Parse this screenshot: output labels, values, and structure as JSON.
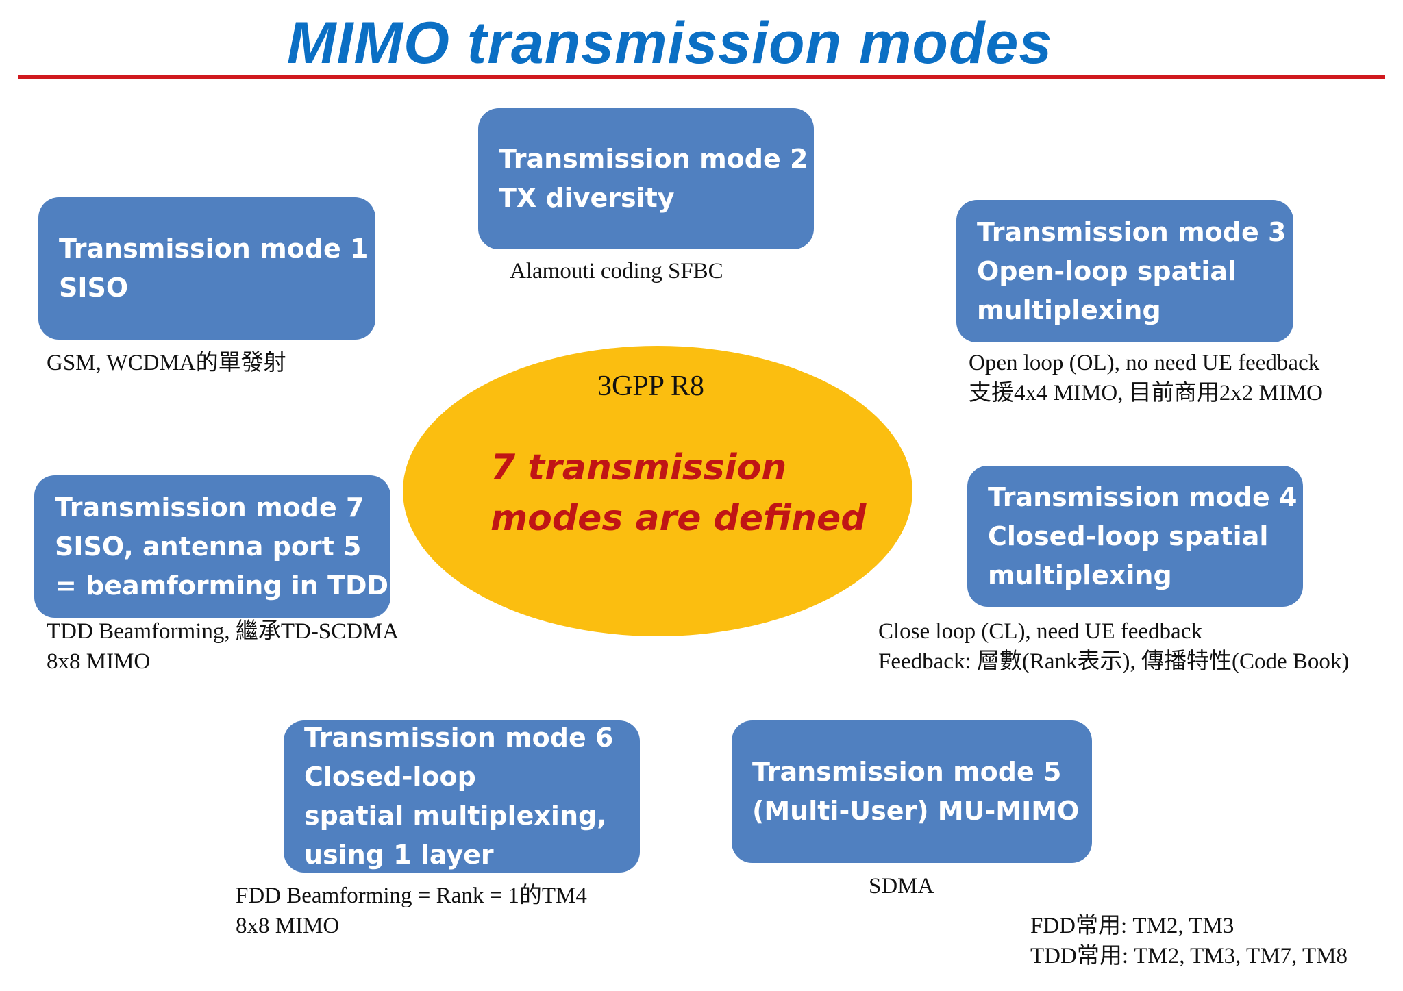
{
  "title": "MIMO transmission modes",
  "colors": {
    "title": "#0b6fc4",
    "rule": "#d0191e",
    "box": "#5080c0",
    "ellipse": "#fbbe10",
    "center_text": "#c01515"
  },
  "center": {
    "label": "3GPP R8",
    "text_line1": "7 transmission",
    "text_line2": "modes are defined"
  },
  "modes": {
    "tm1": {
      "lines": [
        "Transmission mode 1",
        "SISO"
      ],
      "note": [
        "GSM, WCDMA的單發射"
      ]
    },
    "tm2": {
      "lines": [
        "Transmission mode 2",
        "TX diversity"
      ],
      "note": [
        "Alamouti coding SFBC"
      ]
    },
    "tm3": {
      "lines": [
        "Transmission mode 3",
        "Open-loop spatial",
        "multiplexing"
      ],
      "note": [
        "Open loop (OL), no need UE feedback",
        "支援4x4 MIMO, 目前商用2x2 MIMO"
      ]
    },
    "tm4": {
      "lines": [
        "Transmission mode 4",
        "Closed-loop spatial",
        "multiplexing"
      ],
      "note": [
        "Close loop (CL), need UE feedback",
        "Feedback: 層數(Rank表示), 傳播特性(Code Book)"
      ]
    },
    "tm5": {
      "lines": [
        "Transmission mode 5",
        "(Multi-User) MU-MIMO"
      ],
      "note": [
        "SDMA"
      ]
    },
    "tm6": {
      "lines": [
        "Transmission mode 6",
        "Closed-loop",
        "spatial multiplexing,",
        "using 1 layer"
      ],
      "note": [
        "FDD Beamforming = Rank = 1的TM4",
        "8x8 MIMO"
      ]
    },
    "tm7": {
      "lines": [
        "Transmission mode 7",
        "SISO, antenna port 5",
        "= beamforming in TDD"
      ],
      "note": [
        "TDD Beamforming, 繼承TD-SCDMA",
        "8x8 MIMO"
      ]
    }
  },
  "footer_note": [
    "FDD常用: TM2, TM3",
    "TDD常用: TM2, TM3, TM7, TM8"
  ]
}
